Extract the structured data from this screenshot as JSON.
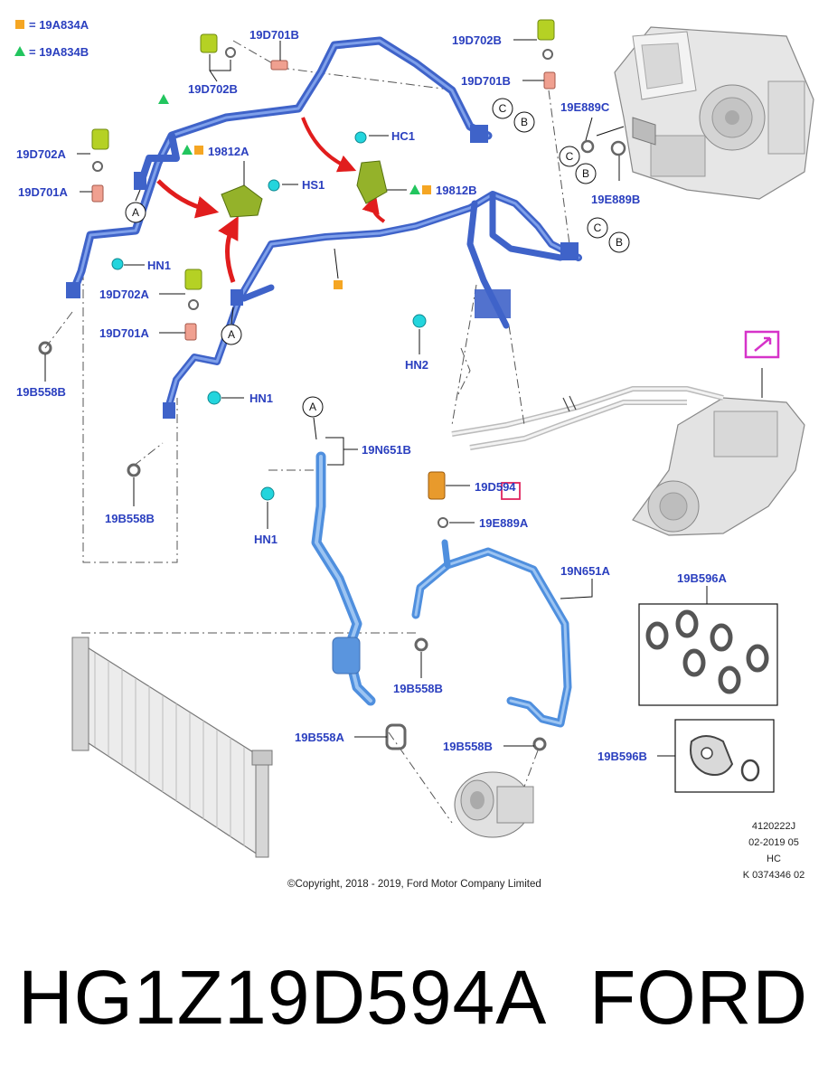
{
  "legend": {
    "square_color": "#f5a623",
    "triangle_color": "#22c55e",
    "square_part": "= 19A834A",
    "triangle_part": "= 19A834B"
  },
  "callouts": {
    "d701b_top": "19D701B",
    "d702b_top_left": "19D702B",
    "d702b_top_right": "19D702B",
    "d701b_right": "19D701B",
    "e889c": "19E889C",
    "e889b": "19E889B",
    "d702a_upper": "19D702A",
    "d701a_upper": "19D701A",
    "p19812a": "19812A",
    "hs1": "HS1",
    "hc1": "HC1",
    "p19812b": "19812B",
    "hn1_upper": "HN1",
    "d702a_lower": "19D702A",
    "d701a_lower": "19D701A",
    "b558b_left": "19B558B",
    "hn2": "HN2",
    "hn1_mid": "HN1",
    "b558b_lower_left": "19B558B",
    "n651b": "19N651B",
    "d594": "19D594",
    "e889a": "19E889A",
    "hn1_low": "HN1",
    "n651a": "19N651A",
    "b596a": "19B596A",
    "b558b_center": "19B558B",
    "b558a": "19B558A",
    "b558b_bottom": "19B558B",
    "b596b": "19B596B"
  },
  "circle_letters": {
    "A": "A",
    "B": "B",
    "C": "C"
  },
  "meta": {
    "line1": "4120222J",
    "line2": "02-2019 05",
    "line3": "HC",
    "line4": "K 0374346 02"
  },
  "copyright": "©Copyright, 2018 - 2019, Ford Motor Company Limited",
  "caption": {
    "part_number": "HG1Z19D594A",
    "brand": "FORD"
  },
  "colors": {
    "callout_text": "#2a3fbf",
    "hose": "#3f63c9",
    "arrow": "#e11d1d",
    "highlight_box": "#e0245e",
    "cap_yellow": "#b5d124",
    "nut_cyan": "#23d5dd",
    "sensor_orange": "#e89a2c"
  }
}
